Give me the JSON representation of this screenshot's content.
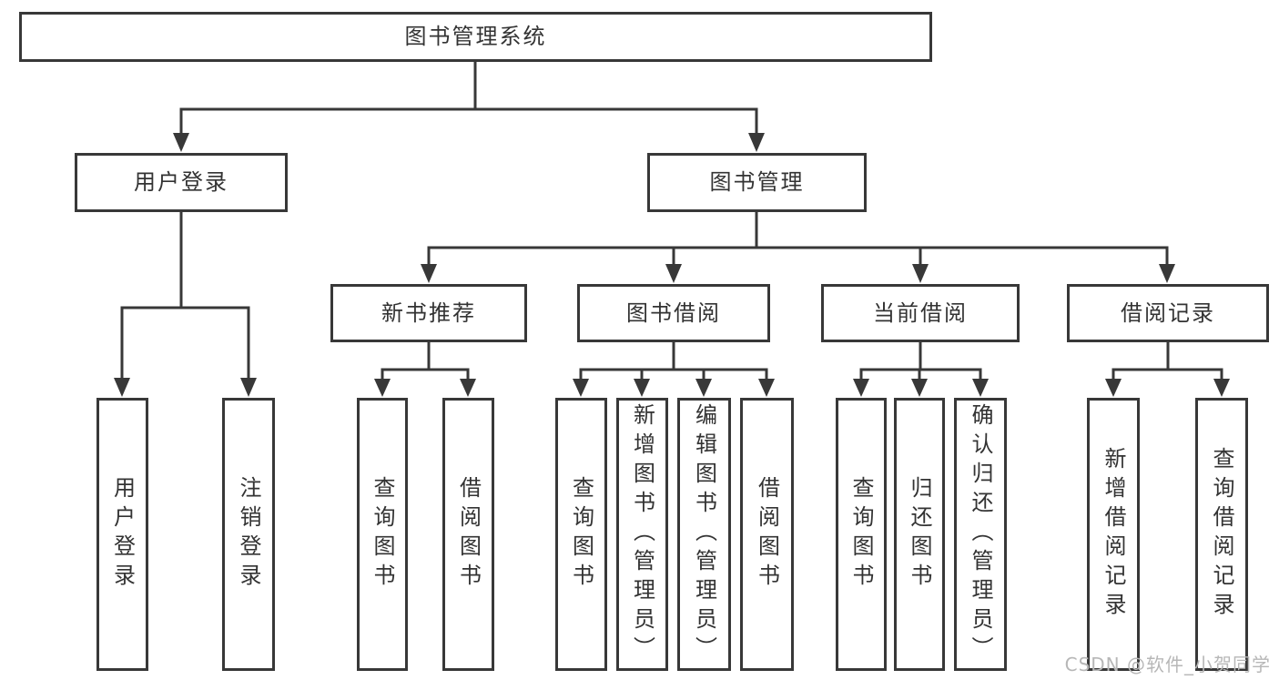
{
  "tree": {
    "label": "图书管理系统",
    "children": [
      {
        "label": "用户登录",
        "children": [
          {
            "label": "用户登录"
          },
          {
            "label": "注销登录"
          }
        ]
      },
      {
        "label": "图书管理",
        "children": [
          {
            "label": "新书推荐",
            "children": [
              {
                "label": "查询图书"
              },
              {
                "label": "借阅图书"
              }
            ]
          },
          {
            "label": "图书借阅",
            "children": [
              {
                "label": "查询图书"
              },
              {
                "label": "新增图书（管理员）"
              },
              {
                "label": "编辑图书（管理员）"
              },
              {
                "label": "借阅图书"
              }
            ]
          },
          {
            "label": "当前借阅",
            "children": [
              {
                "label": "查询图书"
              },
              {
                "label": "归还图书"
              },
              {
                "label": "确认归还（管理员）"
              }
            ]
          },
          {
            "label": "借阅记录",
            "children": [
              {
                "label": "新增借阅记录"
              },
              {
                "label": "查询借阅记录"
              }
            ]
          }
        ]
      }
    ]
  },
  "watermark": "CSDN @软件_小贺同学",
  "colors": {
    "line": "#383838",
    "box_border": "#383838",
    "label_text": "#333333",
    "watermark": "#b7b7b7",
    "background": "#ffffff"
  }
}
